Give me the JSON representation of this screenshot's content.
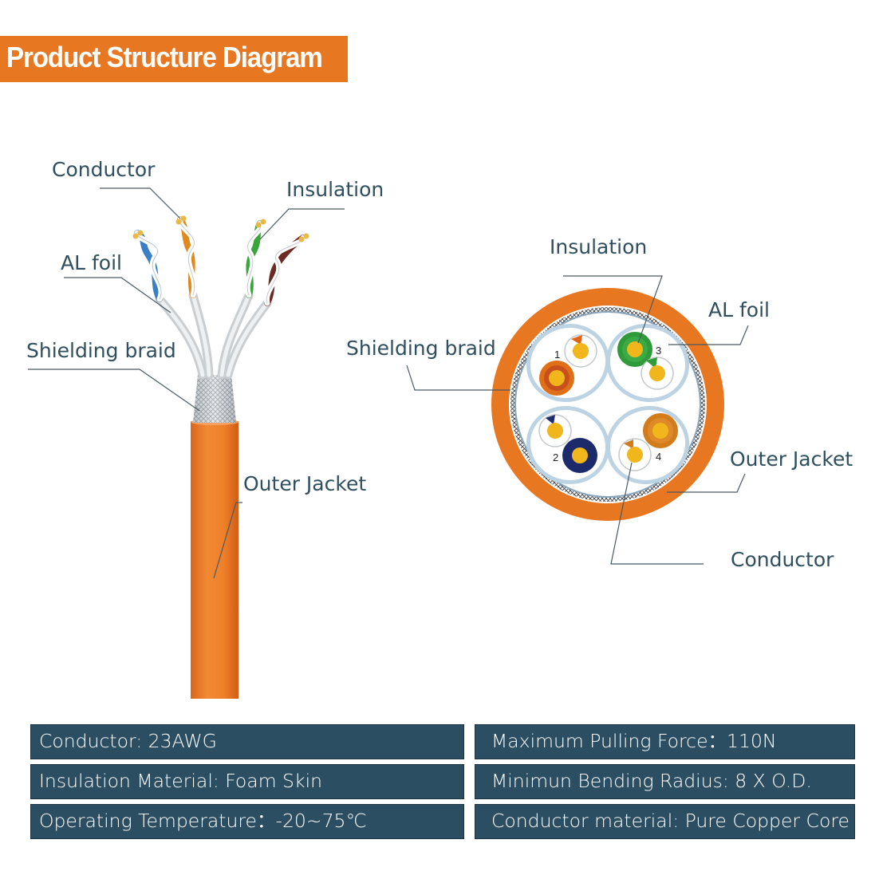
{
  "title": "Product Structure Diagram",
  "left_labels": {
    "conductor": "Conductor",
    "insulation": "Insulation",
    "al_foil": "AL foil",
    "shielding_braid": "Shielding braid",
    "outer_jacket": "Outer Jacket"
  },
  "right_labels": {
    "insulation": "Insulation",
    "al_foil": "AL foil",
    "shielding_braid": "Shielding braid",
    "outer_jacket": "Outer Jacket",
    "conductor": "Conductor"
  },
  "pair_numbers": [
    "1",
    "2",
    "3",
    "4"
  ],
  "specs_left": [
    "Conductor: 23AWG",
    "Insulation Material: Foam Skin",
    "Operating Temperature：-20~75℃"
  ],
  "specs_right": [
    "Maximum Pulling Force：110N",
    "Minimun Bending Radius: 8 X O.D.",
    "Conductor material: Pure Copper Core"
  ],
  "colors": {
    "accent_orange": "#e87722",
    "spec_background": "#2c4e63",
    "label_text": "#2f4f5e",
    "pair_blue": "#3b7fc4",
    "pair_orange": "#e08a1e",
    "pair_green": "#3aa53a",
    "pair_brown": "#6b2a22",
    "core_yellow": "#f0b61c"
  }
}
